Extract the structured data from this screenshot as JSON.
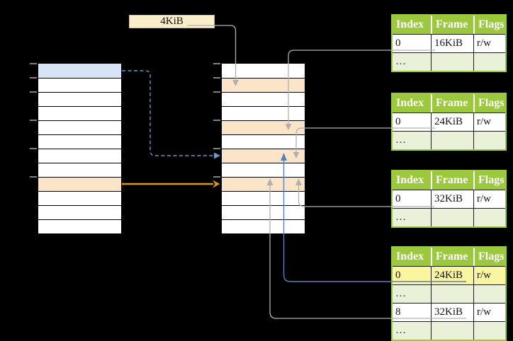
{
  "page_size_box": {
    "label": "4KiB"
  },
  "virtual_memory": {
    "cells": [
      "blue",
      "white",
      "white",
      "white",
      "white",
      "white",
      "white",
      "white",
      "orange",
      "white",
      "white",
      "white"
    ],
    "tick_rows": [
      0,
      1,
      2,
      4,
      6,
      8
    ]
  },
  "physical_memory": {
    "cells": [
      "white",
      "orange",
      "white",
      "white",
      "orange",
      "white",
      "orange",
      "white",
      "orange",
      "white",
      "white",
      "white"
    ],
    "tick_rows": [
      0,
      1,
      2,
      4,
      6,
      8
    ]
  },
  "page_tables": [
    {
      "headers": [
        "Index",
        "Frame",
        "Flags"
      ],
      "rows": [
        {
          "type": "value",
          "highlight": false,
          "cells": [
            "0",
            "16KiB",
            "r/w"
          ]
        },
        {
          "type": "dots",
          "highlight": false,
          "cells": [
            "…",
            "",
            ""
          ]
        }
      ]
    },
    {
      "headers": [
        "Index",
        "Frame",
        "Flags"
      ],
      "rows": [
        {
          "type": "value",
          "highlight": false,
          "cells": [
            "0",
            "24KiB",
            "r/w"
          ]
        },
        {
          "type": "dots",
          "highlight": false,
          "cells": [
            "…",
            "",
            ""
          ]
        }
      ]
    },
    {
      "headers": [
        "Index",
        "Frame",
        "Flags"
      ],
      "rows": [
        {
          "type": "value",
          "highlight": false,
          "cells": [
            "0",
            "32KiB",
            "r/w"
          ]
        },
        {
          "type": "dots",
          "highlight": false,
          "cells": [
            "…",
            "",
            ""
          ]
        }
      ]
    },
    {
      "headers": [
        "Index",
        "Frame",
        "Flags"
      ],
      "rows": [
        {
          "type": "value",
          "highlight": true,
          "cells": [
            "0",
            "24KiB",
            "r/w"
          ]
        },
        {
          "type": "dots",
          "highlight": false,
          "cells": [
            "…",
            "",
            ""
          ]
        },
        {
          "type": "value",
          "highlight": false,
          "cells": [
            "8",
            "32KiB",
            "r/w"
          ]
        },
        {
          "type": "dots",
          "highlight": false,
          "cells": [
            "…",
            "",
            ""
          ]
        }
      ]
    }
  ],
  "colors": {
    "diagram_bg": "#000000",
    "table_header_green": "#9CC83E",
    "table_dots_green": "#E9F1D9",
    "frame_orange": "#FCE4C8",
    "page_blue": "#D7E4F6",
    "highlight_yellow": "#FAF5A0",
    "box_cream": "#FAEECA",
    "box_border": "#C9BD93",
    "arrow_gray": "#B0B0B0",
    "arrow_blue": "#5B7FB9",
    "arrow_dashed_blue": "#6F96CC",
    "arrow_orange": "#D79B00",
    "tick_gray": "#7F7F7F"
  }
}
